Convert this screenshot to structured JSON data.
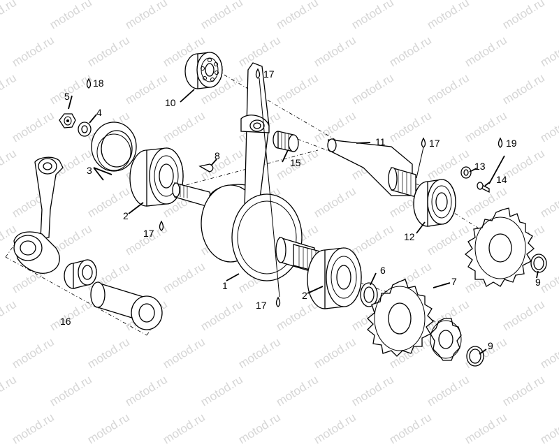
{
  "watermark": {
    "text": "motod.ru"
  },
  "callouts": {
    "c1": "1",
    "c2a": "2",
    "c2b": "2",
    "c3": "3",
    "c4": "4",
    "c5": "5",
    "c6": "6",
    "c7": "7",
    "c8": "8",
    "c9a": "9",
    "c9b": "9",
    "c10": "10",
    "c11": "11",
    "c12": "12",
    "c13": "13",
    "c14": "14",
    "c15": "15",
    "c16": "16",
    "c17a": "17",
    "c17b": "17",
    "c17c": "17",
    "c17d": "17",
    "c18": "18",
    "c19": "19"
  }
}
